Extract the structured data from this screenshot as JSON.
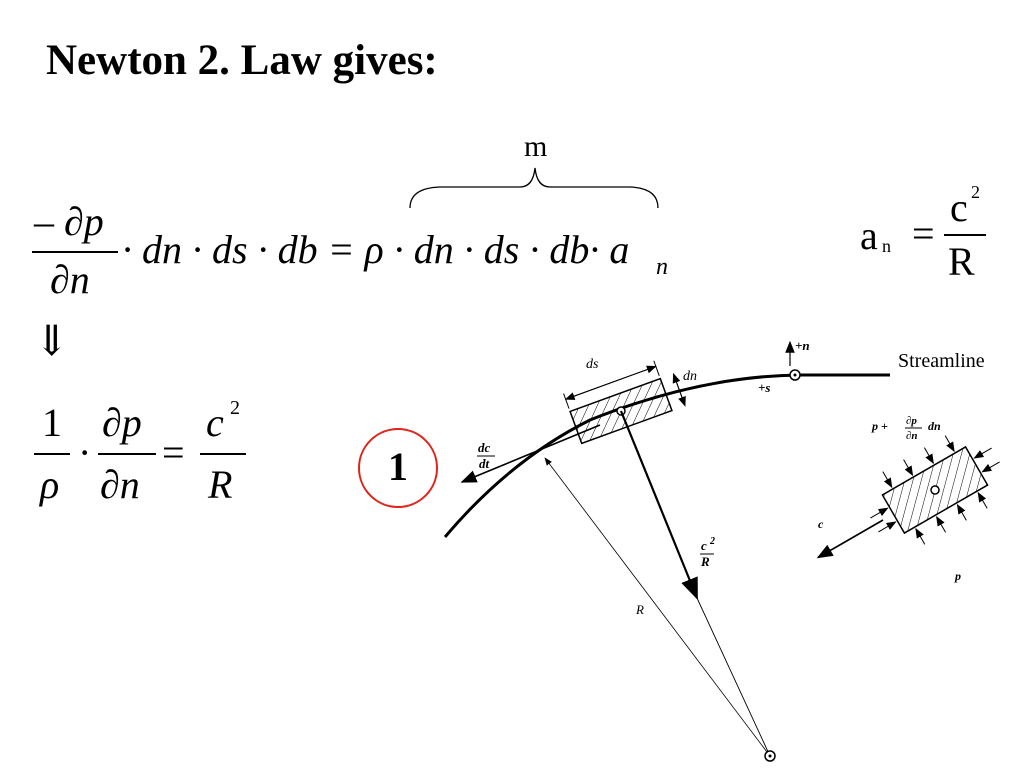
{
  "slide": {
    "title": "Newton 2. Law gives:",
    "circle_label": "1",
    "streamline_label": "Streamline"
  },
  "eq1": {
    "lhs_num": "– ∂p",
    "lhs_den": "∂n",
    "lhs_rest": "· dn · ds · db = ρ · dn · ds · db· a",
    "sub": "n",
    "brace_label": "m"
  },
  "eq_an": {
    "lhs": "a",
    "sub": "n",
    "eq": "=",
    "num": "c",
    "sup": "2",
    "den": "R"
  },
  "arrow": "⇓",
  "eq2": {
    "f1_num": "1",
    "f1_den": "ρ",
    "dot": "·",
    "f2_num": "∂p",
    "f2_den": "∂n",
    "eq": "=",
    "f3_num": "c",
    "f3_sup": "2",
    "f3_den": "R"
  },
  "figure": {
    "label_ds": "ds",
    "label_dn": "dn",
    "label_plus_n": "+n",
    "label_plus_s": "+s",
    "label_dc": "dc",
    "label_dt": "dt",
    "label_c2": "c",
    "label_c2_sup": "2",
    "label_c2_den": "R",
    "label_R": "R",
    "label_p_plus": "p +",
    "label_dp": "∂p",
    "label_dn2": "∂n",
    "label_dn_end": "dn",
    "label_p": "p",
    "label_c": "c"
  }
}
